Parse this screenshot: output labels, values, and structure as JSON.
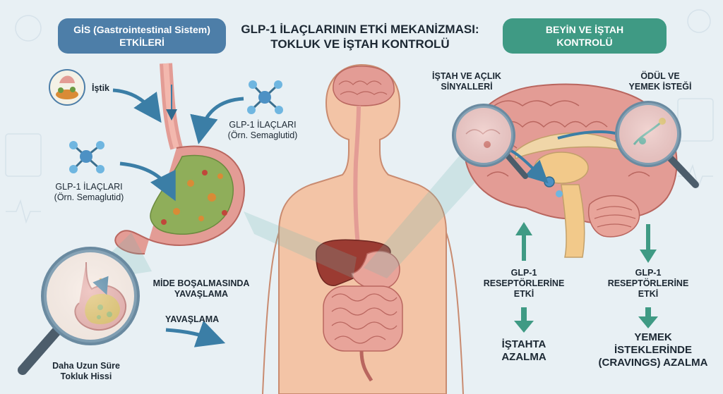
{
  "header": {
    "title_line1": "GLP-1 İLAÇLARININ ETKİ MEKANİZMASI:",
    "title_line2": "TOKLUK VE İŞTAH KONTROLÜ"
  },
  "gis_panel": {
    "line1": "GİS (Gastrointestinal Sistem)",
    "line2": "ETKİLERİ"
  },
  "brain_panel": {
    "line1": "BEYİN VE İŞTAH",
    "line2": "KONTROLÜ"
  },
  "labels": {
    "istik": "İştik",
    "drug_top_name": "GLP-1 İLAÇLARI",
    "drug_top_example": "(Örn. Semaglutid)",
    "drug_left_name": "GLP-1 İLAÇLARI",
    "drug_left_example": "(Örn. Semaglutid)",
    "gastric_line1": "MİDE BOŞALMASINDA",
    "gastric_line2": "YAVAŞLAMA",
    "slowing": "YAVAŞLAMA",
    "satiety_line1": "Daha Uzun Süre",
    "satiety_line2": "Tokluk Hissi",
    "hunger_line1": "İŞTAH VE AÇLIK",
    "hunger_line2": "SİNYALLERİ",
    "reward_line1": "ÖDÜL VE",
    "reward_line2": "YEMEK İSTEĞİ",
    "receptor_left_1": "GLP-1",
    "receptor_left_2": "RESEPTÖRLERİNE",
    "receptor_left_3": "ETKİ",
    "receptor_right_1": "GLP-1",
    "receptor_right_2": "RESEPTÖRLERİNE",
    "receptor_right_3": "ETKİ",
    "appetite_line1": "İŞTAHTA",
    "appetite_line2": "AZALMA",
    "cravings_line1": "YEMEK",
    "cravings_line2": "İSTEKLERİNDE",
    "cravings_line3": "(CRAVINGS) AZALMA"
  },
  "colors": {
    "gis_accent": "#4d7ea8",
    "brain_accent": "#3f9a84",
    "skin": "#f3c4a6",
    "brain_pink": "#e39c95",
    "arrow_blue": "#3b7ea6",
    "arrow_green": "#3f9a84"
  }
}
